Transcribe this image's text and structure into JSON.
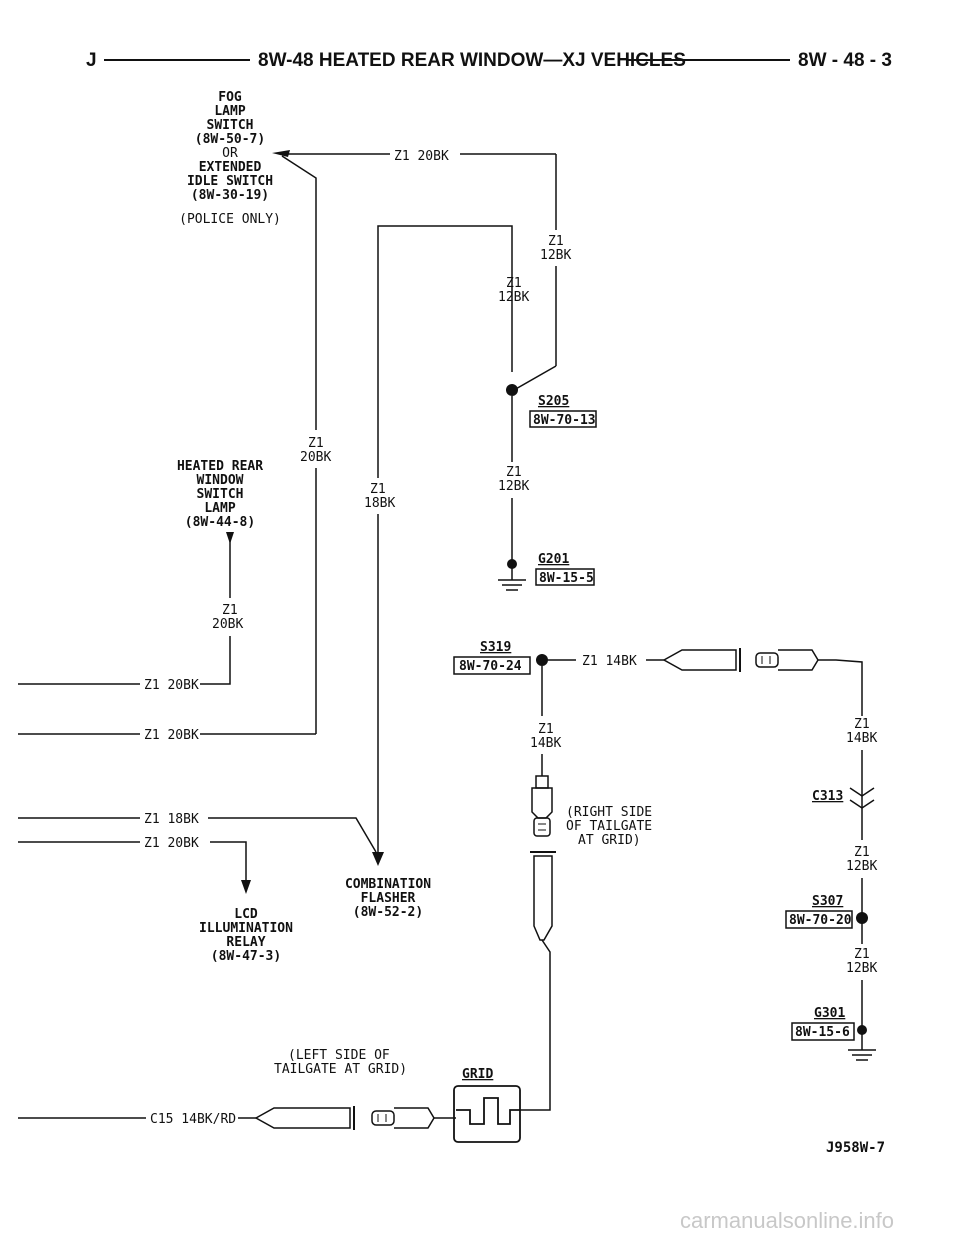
{
  "header": {
    "left_letter": "J",
    "title": "8W-48 HEATED REAR WINDOW—XJ VEHICLES",
    "page_ref": "8W - 48 - 3"
  },
  "components": {
    "fog_lamp_switch": [
      "FOG",
      "LAMP",
      "SWITCH",
      "(8W-50-7)",
      "OR",
      "EXTENDED",
      "IDLE SWITCH",
      "(8W-30-19)",
      "(POLICE ONLY)"
    ],
    "heated_rear_window_switch_lamp": [
      "HEATED REAR",
      "WINDOW",
      "SWITCH",
      "LAMP",
      "(8W-44-8)"
    ],
    "lcd_illumination_relay": [
      "LCD",
      "ILLUMINATION",
      "RELAY",
      "(8W-47-3)"
    ],
    "combination_flasher": [
      "COMBINATION",
      "FLASHER",
      "(8W-52-2)"
    ],
    "right_side_tailgate": [
      "(RIGHT SIDE",
      "OF TAILGATE",
      "AT GRID)"
    ],
    "left_side_tailgate": [
      "(LEFT SIDE OF",
      "TAILGATE AT GRID)"
    ],
    "grid_label": "GRID"
  },
  "wires": {
    "z1_20bk_top": "Z1 20BK",
    "z1_12bk_a": [
      "Z1",
      "12BK"
    ],
    "z1_12bk_b": [
      "Z1",
      "12BK"
    ],
    "z1_20bk_vert": [
      "Z1",
      "20BK"
    ],
    "z1_18bk_vert": [
      "Z1",
      "18BK"
    ],
    "z1_12bk_c": [
      "Z1",
      "12BK"
    ],
    "z1_20bk_lamp": [
      "Z1",
      "20BK"
    ],
    "z1_20bk_left1": "Z1 20BK",
    "z1_20bk_left2": "Z1 20BK",
    "z1_18bk_left": "Z1 18BK",
    "z1_20bk_left3": "Z1 20BK",
    "z1_14bk_right": "Z1 14BK",
    "z1_14bk_mid": [
      "Z1",
      "14BK"
    ],
    "z1_14bk_far": [
      "Z1",
      "14BK"
    ],
    "z1_12bk_far1": [
      "Z1",
      "12BK"
    ],
    "z1_12bk_far2": [
      "Z1",
      "12BK"
    ],
    "c15": "C15 14BK/RD"
  },
  "splices": {
    "s205": "S205",
    "s205_ref": "8W-70-13",
    "g201": "G201",
    "g201_ref": "8W-15-5",
    "s319": "S319",
    "s319_ref": "8W-70-24",
    "c313": "C313",
    "s307": "S307",
    "s307_ref": "8W-70-20",
    "g301": "G301",
    "g301_ref": "8W-15-6"
  },
  "footer": {
    "figure_id": "J958W-7",
    "watermark": "carmanualsonline.info"
  }
}
